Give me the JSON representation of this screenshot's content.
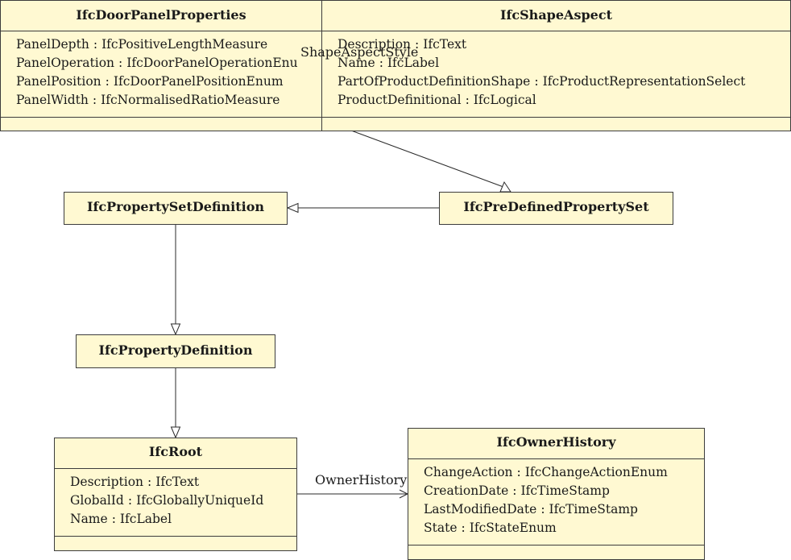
{
  "classes": {
    "door_panel_properties": {
      "name": "IfcDoorPanelProperties",
      "attributes": [
        {
          "name": "PanelDepth",
          "type": "IfcPositiveLengthMeasure"
        },
        {
          "name": "PanelOperation",
          "type": "IfcDoorPanelOperationEnu"
        },
        {
          "name": "PanelPosition",
          "type": "IfcDoorPanelPositionEnum"
        },
        {
          "name": "PanelWidth",
          "type": "IfcNormalisedRatioMeasure"
        }
      ]
    },
    "shape_aspect": {
      "name": "IfcShapeAspect",
      "attributes": [
        {
          "name": "Description",
          "type": "IfcText"
        },
        {
          "name": "Name",
          "type": "IfcLabel"
        },
        {
          "name": "PartOfProductDefinitionShape",
          "type": "IfcProductRepresentationSelect"
        },
        {
          "name": "ProductDefinitional",
          "type": "IfcLogical"
        }
      ]
    },
    "property_set_definition": {
      "name": "IfcPropertySetDefinition"
    },
    "predefined_property_set": {
      "name": "IfcPreDefinedPropertySet"
    },
    "property_definition": {
      "name": "IfcPropertyDefinition"
    },
    "root": {
      "name": "IfcRoot",
      "attributes": [
        {
          "name": "Description",
          "type": "IfcText"
        },
        {
          "name": "GlobalId",
          "type": "IfcGloballyUniqueId"
        },
        {
          "name": "Name",
          "type": "IfcLabel"
        }
      ]
    },
    "owner_history": {
      "name": "IfcOwnerHistory",
      "attributes": [
        {
          "name": "ChangeAction",
          "type": "IfcChangeActionEnum"
        },
        {
          "name": "CreationDate",
          "type": "IfcTimeStamp"
        },
        {
          "name": "LastModifiedDate",
          "type": "IfcTimeStamp"
        },
        {
          "name": "State",
          "type": "IfcStateEnum"
        }
      ]
    }
  },
  "edges": {
    "shape_aspect_style_label": "ShapeAspectStyle",
    "owner_history_label": "OwnerHistory"
  },
  "colors": {
    "box_fill": "#fff9d2",
    "line": "#3c3c3c"
  }
}
